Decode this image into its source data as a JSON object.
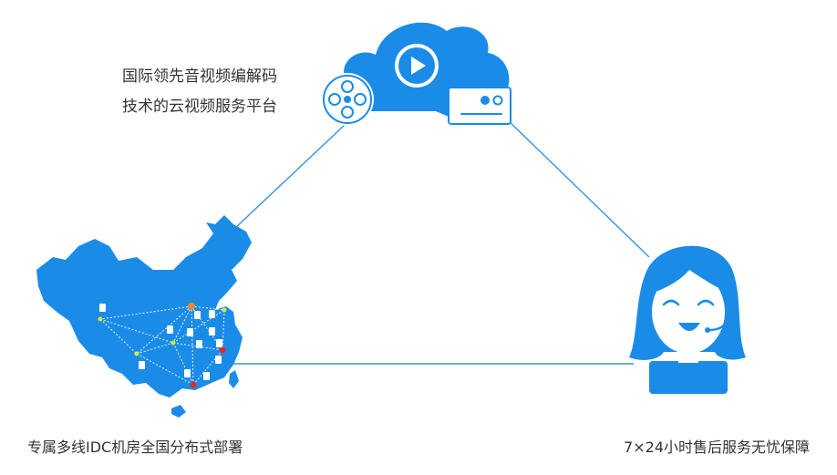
{
  "colors": {
    "accent": "#1a8ce8",
    "line": "#3393de",
    "text": "#333333",
    "dot_yellow": "#d8e63a",
    "dot_red": "#e02a2a",
    "dot_orange": "#f08a24"
  },
  "cloud": {
    "caption_line1": "国际领先音视频编解码",
    "caption_line2": "技术的云视频服务平台",
    "icons": [
      "play-icon",
      "film-reel-icon",
      "video-camera-icon"
    ]
  },
  "map": {
    "caption": "专属多线IDC机房全国分布式部署"
  },
  "support": {
    "caption": "7×24小时售后服务无忧保障"
  }
}
